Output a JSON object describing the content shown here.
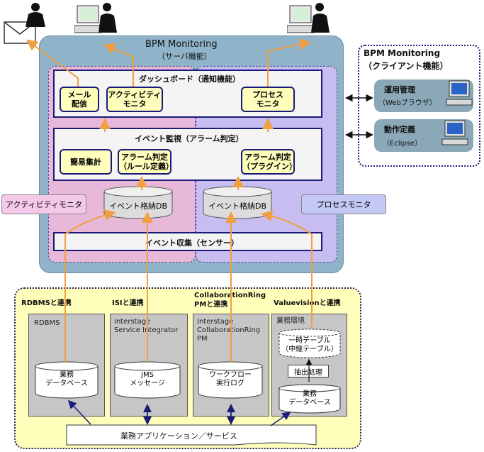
{
  "server": {
    "title": "BPM Monitoring",
    "subtitle": "（サーバ機能）",
    "dashboard": "ダッシュボード（通知機能）",
    "mail": "メール\n配信",
    "activity_monitor_box": "アクティビティ\nモニタ",
    "process_monitor_box": "プロセス\nモニタ",
    "event_monitor": "イベント監視（アラーム判定）",
    "simple_agg": "簡易集計",
    "alarm_rule": "アラーム判定\n（ルール定義）",
    "alarm_plugin": "アラーム判定\n（プラグイン）",
    "db_left": "イベント格納DB",
    "db_right": "イベント格納DB",
    "activity_tag": "アクティビティモニタ",
    "process_tag": "プロセスモニタ",
    "event_collect": "イベント収集（センサー）"
  },
  "client": {
    "title": "BPM Monitoring",
    "subtitle": "（クライアント機能）",
    "ops": "運用管理",
    "ops_sub": "（Webブラウザ）",
    "def": "動作定義",
    "def_sub": "（Eclipse）"
  },
  "integrations": {
    "rdbms_heading": "RDBMSと連携",
    "isi_heading": "ISIと連携",
    "crpm_heading": "CollaborationRing\nPMと連携",
    "vv_heading": "Valuevisionと連携",
    "rdbms_panel": "RDBMS",
    "isi_panel": "Interstage\nService Integrator",
    "crpm_panel": "Interstage\nCollaborationRing\nPM",
    "vv_panel": "業務環境",
    "rdbms_db": "業務\nデータベース",
    "isi_db": "JMS\nメッセージ",
    "crpm_db": "ワークフロー\n実行ログ",
    "temp_table": "一時テーブル\n（中継テーブル）",
    "extract": "抽出処理",
    "vv_db": "業務\nデータベース",
    "app_banner": "業務アプリケーション／サービス"
  },
  "colors": {
    "server_bg": "#8fb3c8",
    "activity_zone": "#e8b8d8",
    "process_zone": "#c7bdf0",
    "yellow": "#ffffbb",
    "arrow_orange": "#f0a040",
    "navy": "#1a1a7a"
  },
  "icons": [
    "envelope-icon",
    "user-pc-icon",
    "user-pc-icon",
    "user-pc-icon",
    "pc-icon",
    "pc-icon"
  ]
}
